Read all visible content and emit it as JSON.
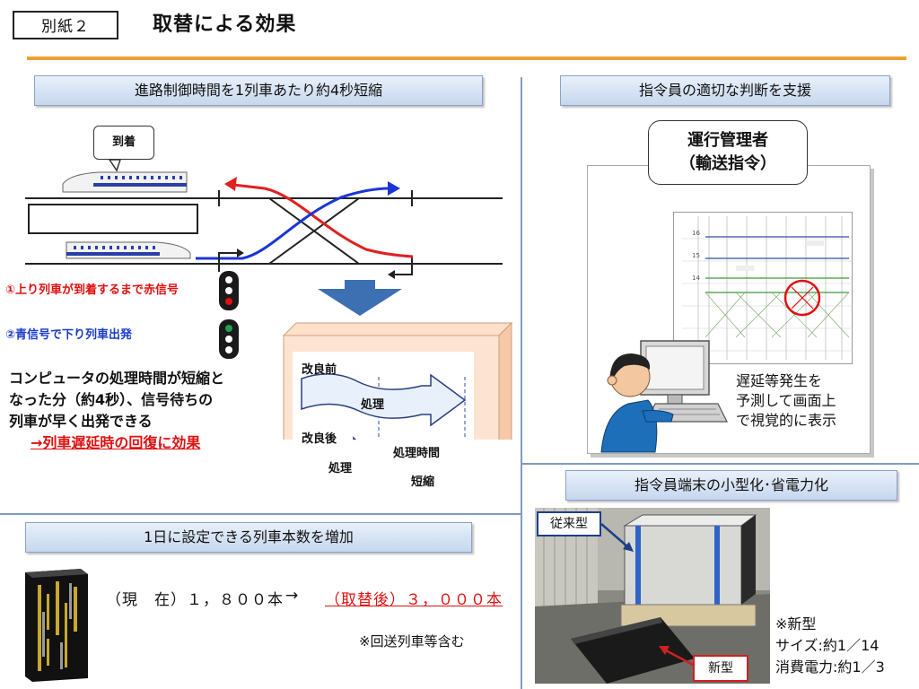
{
  "header": {
    "tag": "別紙２",
    "title": "取替による効果"
  },
  "left_top": {
    "heading": "進路制御時間を1列車あたり約4秒短縮",
    "arrival_label": "到着",
    "step1": "①上り列車が到着するまで赤信号",
    "step2": "②青信号で下り列車出発",
    "desc_lines": [
      "コンピュータの処理時間が短縮と",
      "なった分（約4秒）、信号待ちの",
      "列車が早く出発できる"
    ],
    "desc_effect": "→列車遅延時の回復に効果",
    "before_label": "改良前",
    "before_process": "処理",
    "after_label": "改良後",
    "after_process": "処理",
    "processing_time": "処理時間",
    "shortened": "短縮"
  },
  "left_bottom": {
    "heading": "1日に設定できる列車本数を増加",
    "current": "（現　在）１，８００本",
    "arrow": "→",
    "after": "（取替後）３，０００本",
    "note": "※回送列車等含む"
  },
  "right_top": {
    "heading": "指令員の適切な判断を支援",
    "role_line1": "運行管理者",
    "role_line2": "（輸送指令）",
    "screen_desc": [
      "遅延等発生を",
      "予測して画面上",
      "で視覚的に表示"
    ],
    "screen_ticks": [
      "16",
      "15",
      "14"
    ]
  },
  "right_bottom": {
    "heading": "指令員端末の小型化･省電力化",
    "old_label": "従来型",
    "new_label": "新型",
    "spec_title": "※新型",
    "spec_size": "サイズ:約1／14",
    "spec_power": "消費電力:約1／3"
  },
  "colors": {
    "accent_orange": "#f0a030",
    "route_red": "#e02020",
    "route_blue": "#1a36d8",
    "divider": "#7f9cc2"
  }
}
